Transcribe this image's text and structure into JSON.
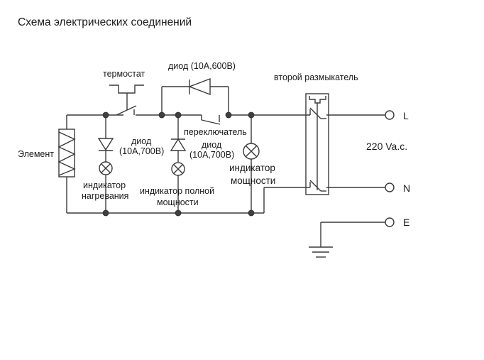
{
  "title": "Схема электрических соединений",
  "components": {
    "thermostat": {
      "label": "термостат"
    },
    "bypass_diode": {
      "label": "диод (10А,600В)"
    },
    "switch": {
      "label": "переключатель"
    },
    "second_breaker": {
      "label": "второй размыкатель"
    },
    "element": {
      "label": "Элемент"
    },
    "heat_diode": {
      "label_line1": "диод",
      "label_line2": "(10А,700В)"
    },
    "full_diode": {
      "label_line1": "диод",
      "label_line2": "(10А,700В)"
    },
    "heat_indicator": {
      "label_line1": "индикатор",
      "label_line2": "нагревания"
    },
    "full_power_indicator": {
      "label_line1": "индикатор полной",
      "label_line2": "мощности"
    },
    "power_indicator": {
      "label_line1": "индикатор",
      "label_line2": "мощности"
    }
  },
  "terminals": [
    {
      "id": "L",
      "label": "L"
    },
    {
      "id": "N",
      "label": "N"
    },
    {
      "id": "E",
      "label": "E"
    }
  ],
  "supply": {
    "label": "220 Va.c."
  },
  "colors": {
    "wire": "#3a3a3a",
    "node": "#3f3f3f",
    "text": "#1a1a1a",
    "background": "#ffffff"
  }
}
